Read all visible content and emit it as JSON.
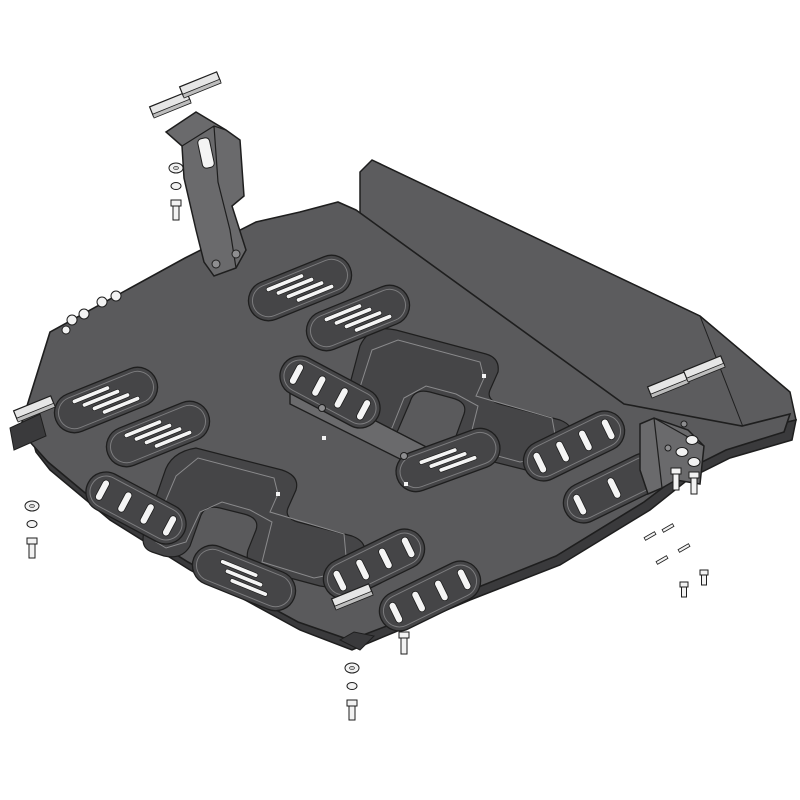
{
  "view": "exploded-assembly",
  "caption_text": "",
  "colors": {
    "background": "#ffffff",
    "plate_fill": "#505052",
    "plate_top": "#5a5a5c",
    "plate_edge": "#3a3a3c",
    "wall_fill": "#5c5c5e",
    "slot_recess": "#454547",
    "slot_cut": "#f4f4f4",
    "bracket_fill": "#6a6a6c",
    "clip_fill": "#e6e6e6",
    "bolt_fill": "#f2f2f2",
    "line": "#1e1e1e"
  },
  "parts": {
    "skid_plate": {
      "icon": "skid-plate-icon"
    },
    "rear_wall": {
      "icon": "rear-wall-icon"
    },
    "stamped_panel_left": {
      "icon": "stamped-rib-icon"
    },
    "stamped_panel_right": {
      "icon": "stamped-rib-icon"
    },
    "crossbar": {
      "icon": "crossbar-bracket-icon"
    },
    "left_bracket": {
      "icon": "tall-bracket-icon"
    },
    "right_bracket": {
      "icon": "corner-bracket-icon"
    },
    "clip_count": 6,
    "bolt_stack_count": 6,
    "vent_groups": [
      {
        "id": "vent-tl",
        "orientation": "diagonal",
        "slots": 4
      },
      {
        "id": "vent-tm",
        "orientation": "diagonal",
        "slots": 4
      },
      {
        "id": "vent-l1",
        "orientation": "diagonal",
        "slots": 4
      },
      {
        "id": "vent-l2",
        "orientation": "diagonal",
        "slots": 4
      },
      {
        "id": "vent-c1",
        "orientation": "vertical",
        "slots": 4
      },
      {
        "id": "vent-c2",
        "orientation": "diagonal",
        "slots": 3
      },
      {
        "id": "vent-r1",
        "orientation": "vertical",
        "slots": 4
      },
      {
        "id": "vent-r2",
        "orientation": "vertical",
        "slots": 3
      },
      {
        "id": "vent-bl",
        "orientation": "vertical",
        "slots": 4
      },
      {
        "id": "vent-bm",
        "orientation": "diagonal",
        "slots": 3
      },
      {
        "id": "vent-b1",
        "orientation": "vertical",
        "slots": 4
      },
      {
        "id": "vent-b2",
        "orientation": "vertical",
        "slots": 4
      }
    ]
  }
}
